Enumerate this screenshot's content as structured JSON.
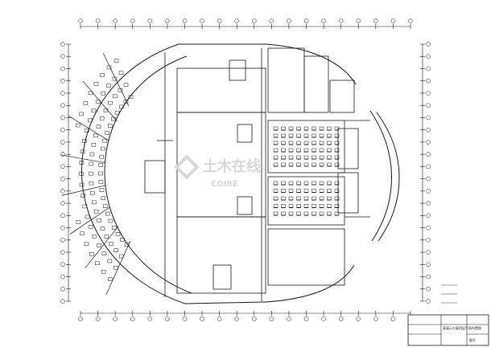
{
  "drawing": {
    "title_block": {
      "title": "某展示大厦四层平面布置图",
      "rows": [
        "",
        "",
        ""
      ],
      "sheet": "图号"
    },
    "watermark": {
      "cn": "土木在线",
      "en": "COIBE"
    },
    "grid_top_count": 20,
    "grid_side_count": 22,
    "legend_lines": 3,
    "colors": {
      "line": "#1a1a1a",
      "thin": "#444444",
      "watermark": "#d9d9d9"
    }
  }
}
